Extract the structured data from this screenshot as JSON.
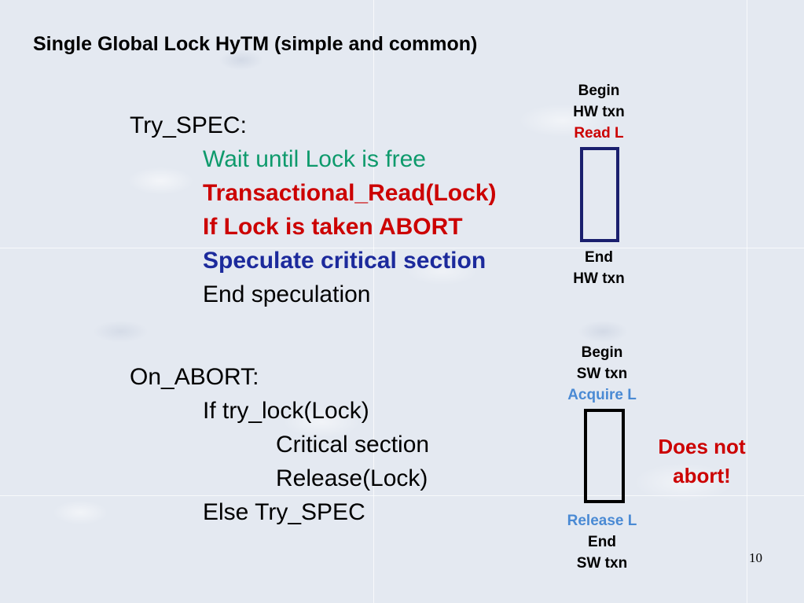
{
  "title": "Single Global Lock HyTM  (simple and common)",
  "try_spec": {
    "header": "Try_SPEC:",
    "lines": [
      "Wait until Lock is free",
      "Transactional_Read(Lock)",
      "If Lock is taken ABORT",
      "Speculate critical section",
      "End speculation"
    ]
  },
  "on_abort": {
    "header": "On_ABORT:",
    "lines": [
      "If try_lock(Lock)",
      "Critical section",
      "Release(Lock)",
      "Else Try_SPEC"
    ]
  },
  "hw_txn": {
    "begin": "Begin",
    "txn": "HW txn",
    "action": "Read L",
    "end": "End",
    "end_txn": "HW txn"
  },
  "sw_txn": {
    "begin": "Begin",
    "txn": "SW txn",
    "action": "Acquire L",
    "release": "Release L",
    "end": "End",
    "end_txn": "SW txn"
  },
  "note": {
    "line1": "Does not",
    "line2": "abort!"
  },
  "page_number": "10",
  "colors": {
    "red": "#cc0000",
    "green": "#0e9a6c",
    "dark_blue": "#1c2a9c",
    "light_blue": "#4a8ad4",
    "hw_box_border": "#1a1f6e",
    "sw_box_border": "#000000"
  }
}
